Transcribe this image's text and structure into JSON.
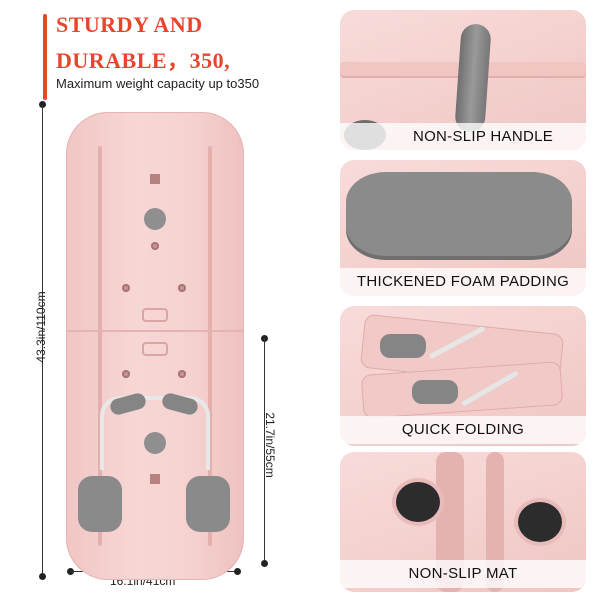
{
  "header": {
    "headline_line1": "STURDY AND",
    "headline_line2": "DURABLE，350,",
    "subline": "Maximum weight capacity up to350"
  },
  "dimensions": {
    "height": "43.3in/110cm",
    "width": "16.1in/41cm",
    "folded_height": "21.7in/55cm"
  },
  "features": [
    {
      "label": "NON-SLIP HANDLE"
    },
    {
      "label": "THICKENED FOAM PADDING"
    },
    {
      "label": "QUICK FOLDING"
    },
    {
      "label": "NON-SLIP MAT"
    }
  ],
  "colors": {
    "accent": "#e8462c",
    "board_pink": "#f5d2d0",
    "pad_gray": "#8a8a8a"
  }
}
